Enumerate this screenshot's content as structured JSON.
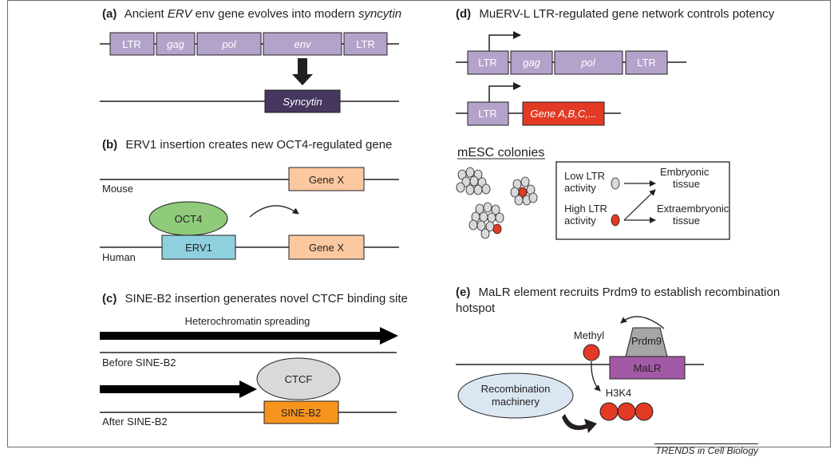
{
  "panel_a": {
    "letter": "(a)",
    "title_pre": "Ancient ",
    "title_erv": "ERV",
    "title_mid": " env gene evolves into modern ",
    "title_syncytin": "syncytin",
    "ltr_left": "LTR",
    "gag": "gag",
    "pol": "pol",
    "env": "env",
    "ltr_right": "LTR",
    "syncytin": "Syncytin"
  },
  "panel_b": {
    "letter": "(b)",
    "title": "ERV1 insertion creates new OCT4-regulated gene",
    "mouse": "Mouse",
    "gene_x_mouse": "Gene X",
    "oct4": "OCT4",
    "erv1": "ERV1",
    "gene_x_human": "Gene X",
    "human": "Human"
  },
  "panel_c": {
    "letter": "(c)",
    "title": "SINE-B2 insertion generates novel CTCF binding site",
    "heterochromatin": "Heterochromatin spreading",
    "before": "Before SINE-B2",
    "ctcf": "CTCF",
    "sine_b2": "SINE-B2",
    "after": "After SINE-B2"
  },
  "panel_d": {
    "letter": "(d)",
    "title": "MuERV-L LTR-regulated gene network controls potency",
    "ltr_top": "LTR",
    "gag": "gag",
    "pol": "pol",
    "ltr_top_right": "LTR",
    "ltr_bottom": "LTR",
    "genes": "Gene A,B,C,...",
    "colonies": "mESC colonies",
    "low_ltr_1": "Low LTR",
    "low_ltr_2": "activity",
    "high_ltr_1": "High LTR",
    "high_ltr_2": "activity",
    "embryonic_1": "Embryonic",
    "embryonic_2": "tissue",
    "extra_1": "Extraembryonic",
    "extra_2": "tissue"
  },
  "panel_e": {
    "letter": "(e)",
    "title_1": "MaLR element recruits Prdm9 to establish recombination",
    "title_2": "hotspot",
    "methyl": "Methyl",
    "prdm9": "Prdm9",
    "malr": "MaLR",
    "h3k4": "H3K4",
    "machinery_1": "Recombination",
    "machinery_2": "machinery"
  },
  "footer": "TRENDS in Cell Biology",
  "colors": {
    "purple_box": "#b3a3cb",
    "dark_purple": "#46375e",
    "peach": "#fbc8a0",
    "green": "#8fcb7a",
    "cyan": "#8fd0df",
    "orange": "#f7941e",
    "red": "#e23a24",
    "grey": "#d9d9d9",
    "light_blue": "#dbe6f3",
    "magenta": "#a35aa6"
  }
}
